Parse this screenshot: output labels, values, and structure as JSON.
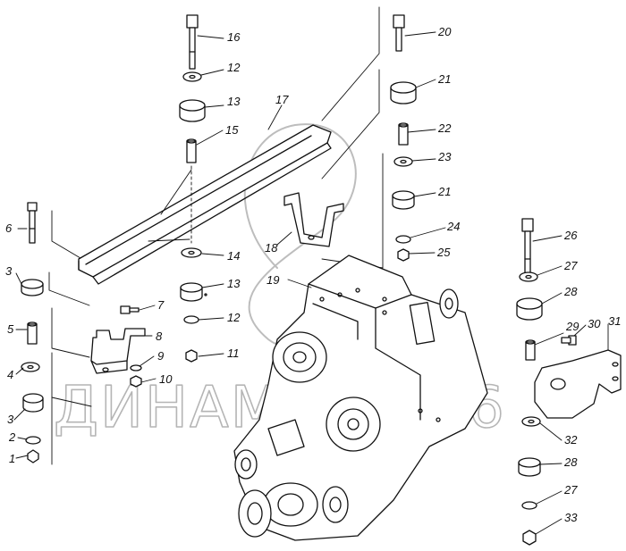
{
  "diagram": {
    "watermark": "ДИНАМИКА 76",
    "callouts": [
      "1",
      "2",
      "3",
      "3",
      "4",
      "5",
      "6",
      "7",
      "8",
      "9",
      "10",
      "11",
      "12",
      "12",
      "13",
      "13",
      "14",
      "15",
      "16",
      "17",
      "18",
      "19",
      "20",
      "21",
      "21",
      "22",
      "23",
      "24",
      "25",
      "26",
      "27",
      "27",
      "28",
      "28",
      "29",
      "30",
      "31",
      "32",
      "33"
    ]
  }
}
